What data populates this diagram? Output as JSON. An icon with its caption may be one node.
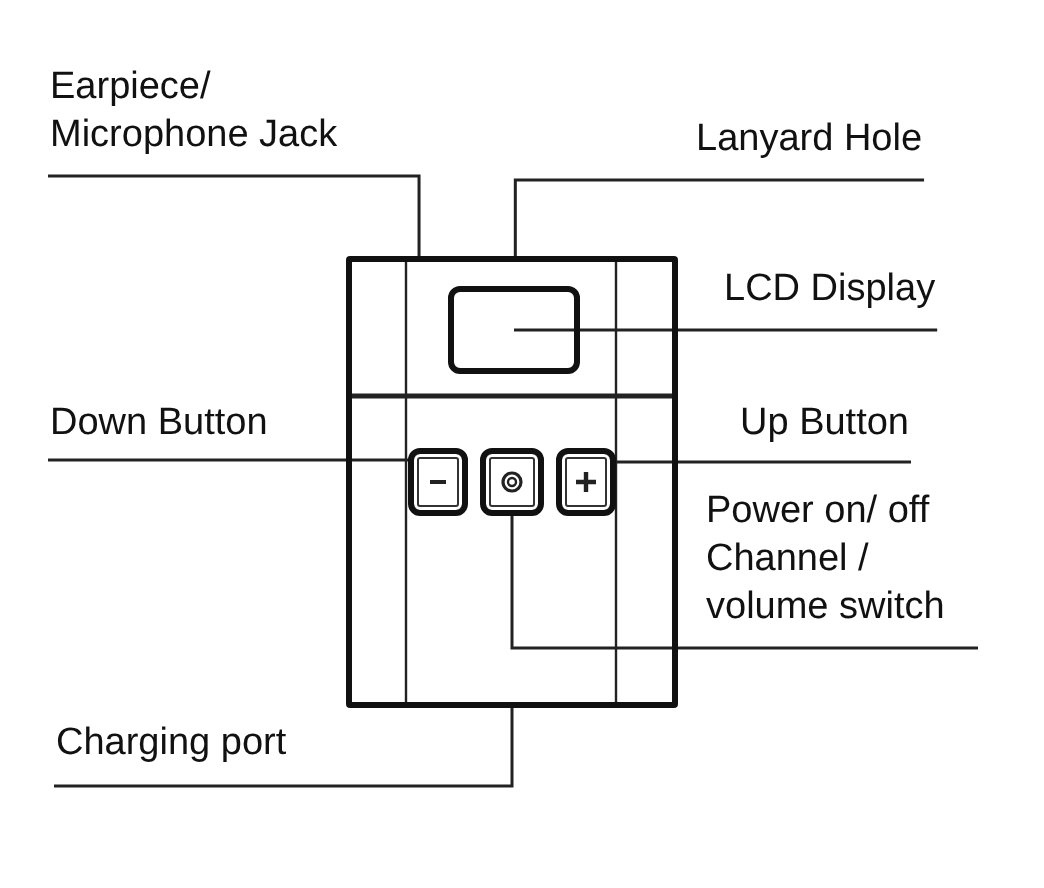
{
  "diagram": {
    "nodes": [
      {
        "text": [
          "Earpiece/ Microphone Jack"
        ]
      },
      {
        "text": [
          "Lanyard Hole"
        ]
      },
      {
        "text": [
          "LCD Display"
        ]
      },
      {
        "text": [
          "Down Button"
        ]
      },
      {
        "text": [
          "Up Button"
        ]
      },
      {
        "text": [
          "Power on/ off Channel / volume switch"
        ]
      },
      {
        "text": [
          "Charging port"
        ]
      },
      {
        "text": [],
        "shape": "box"
      },
      {
        "text": [],
        "shape": "box",
        "in": 7
      },
      {
        "text": [],
        "shape": "box",
        "in": 7
      },
      {
        "text": [],
        "shape": "box",
        "in": 7
      },
      {
        "text": [],
        "shape": "box",
        "in": 7
      }
    ],
    "edges": [
      {
        "from": 0,
        "to": 7,
        "arrow": "none"
      },
      {
        "from": 1,
        "to": 7,
        "arrow": "none"
      },
      {
        "from": 2,
        "to": 8,
        "arrow": "none"
      },
      {
        "from": 3,
        "to": 9,
        "arrow": "none"
      },
      {
        "from": 4,
        "to": 11,
        "arrow": "none"
      },
      {
        "from": 5,
        "to": 10,
        "arrow": "none"
      },
      {
        "from": 6,
        "to": 7,
        "arrow": "none"
      }
    ]
  }
}
